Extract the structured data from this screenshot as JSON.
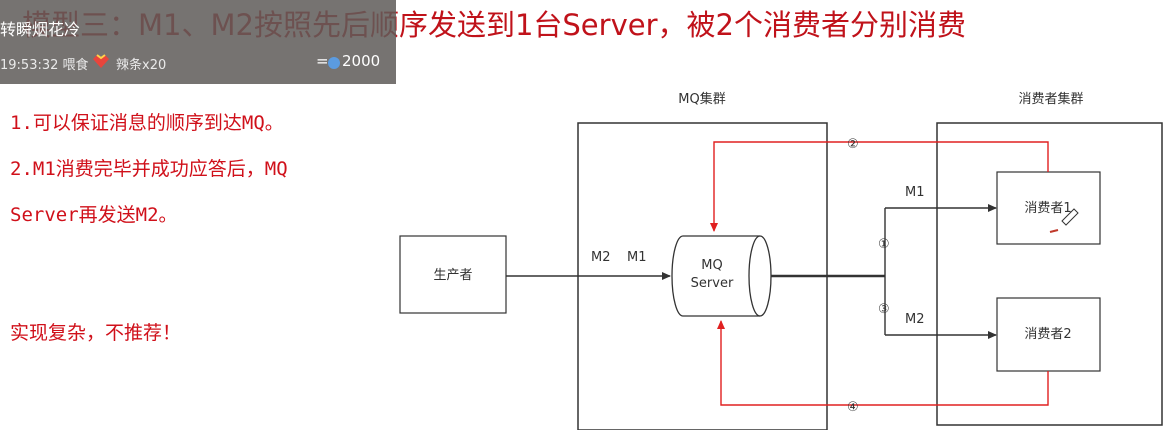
{
  "title": "模型三：M1、M2按照先后顺序发送到1台Server，被2个消费者分别消费",
  "overlay": {
    "partial_title": "转瞬烟花冷",
    "time_text": "19:53:32 喂食",
    "gift_text": "辣条x20",
    "eq": "=",
    "count": "2000"
  },
  "notes": [
    "1.可以保证消息的顺序到达MQ。",
    "2.M1消费完毕并成功应答后，MQ",
    "Server再发送M2。",
    "实现复杂，不推荐！"
  ],
  "diagram": {
    "mq_cluster_label": "MQ集群",
    "consumer_cluster_label": "消费者集群",
    "producer_label": "生产者",
    "server_label_line1": "MQ",
    "server_label_line2": "Server",
    "consumer1_label": "消费者1",
    "consumer2_label": "消费者2",
    "msg_m2_in": "M2",
    "msg_m1_in": "M1",
    "msg_m1_out": "M1",
    "msg_m2_out": "M2",
    "step1": "①",
    "step2": "②",
    "step3": "③",
    "step4": "④",
    "colors": {
      "arrow_black": "#333333",
      "arrow_red": "#e02020",
      "text_red": "#d0101a"
    }
  }
}
